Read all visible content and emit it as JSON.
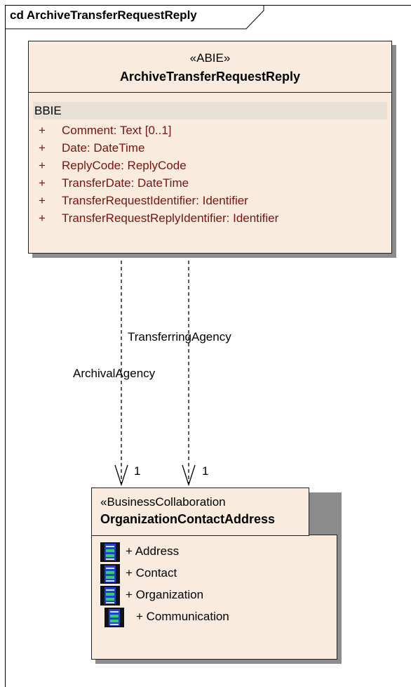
{
  "diagram": {
    "title": "cd ArchiveTransferRequestReply"
  },
  "abie": {
    "stereotype": "«ABIE»",
    "name": "ArchiveTransferRequestReply",
    "section": "BBIE",
    "attributes": [
      {
        "visibility": "+",
        "text": "Comment: Text [0..1]"
      },
      {
        "visibility": "+",
        "text": "Date: DateTime"
      },
      {
        "visibility": "+",
        "text": "ReplyCode: ReplyCode"
      },
      {
        "visibility": "+",
        "text": "TransferDate: DateTime"
      },
      {
        "visibility": "+",
        "text": "TransferRequestIdentifier: Identifier"
      },
      {
        "visibility": "+",
        "text": "TransferRequestReplyIdentifier: Identifier"
      }
    ]
  },
  "collaboration": {
    "stereotype": "«BusinessCollaboration",
    "name": "OrganizationContactAddress",
    "parts": [
      {
        "label": "+ Address",
        "icon": "part-icon"
      },
      {
        "label": "+ Contact",
        "icon": "part-icon"
      },
      {
        "label": "+ Organization",
        "icon": "part-icon"
      },
      {
        "label": "+ Communication",
        "icon": "part-icon"
      }
    ]
  },
  "connectors": {
    "archival": {
      "role": "ArchivalAgency",
      "multiplicity": "1"
    },
    "transferring": {
      "role": "TransferringAgency",
      "multiplicity": "1"
    }
  },
  "colors": {
    "box_fill": "#f9ecdf",
    "attribute_text": "#7a1212",
    "icon_blue": "#1f3fd8",
    "icon_green": "#2fcf6a"
  }
}
